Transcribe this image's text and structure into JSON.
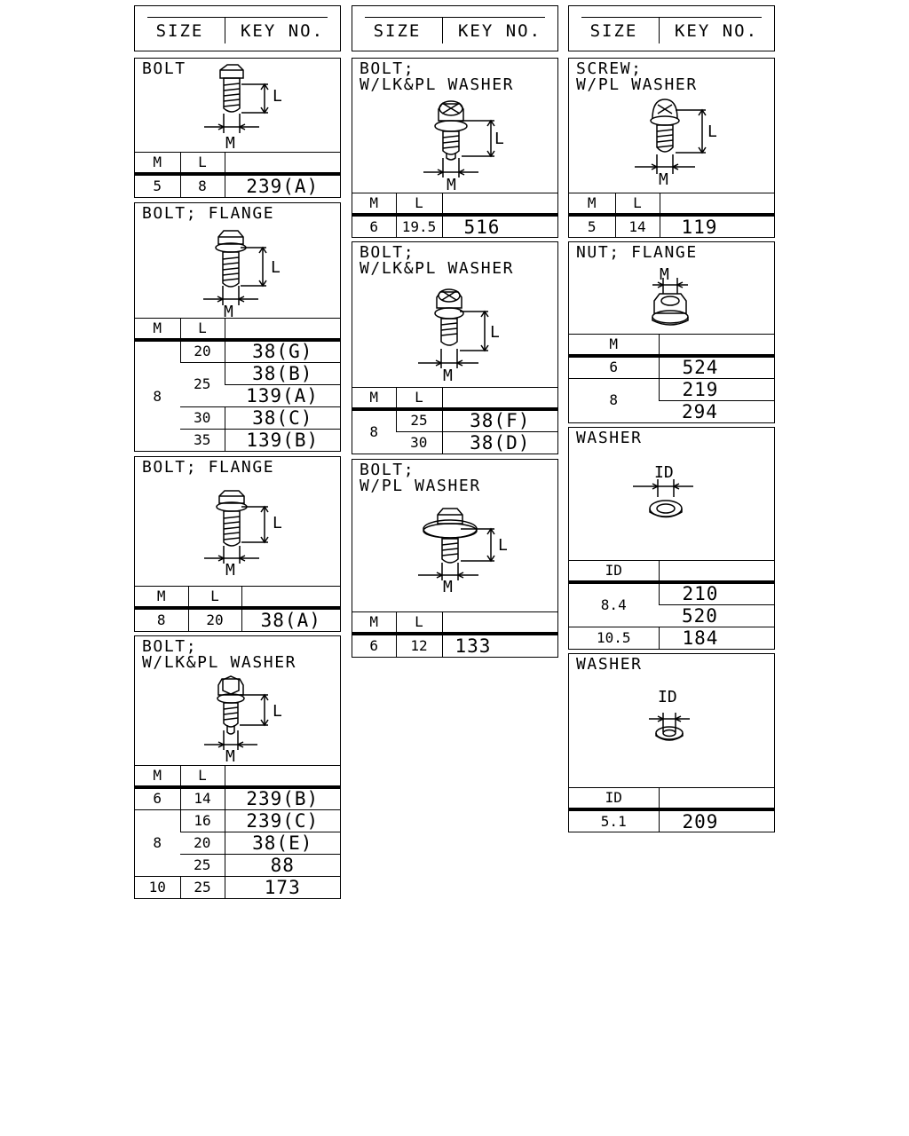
{
  "header": {
    "size": "SIZE",
    "key_no": "KEY NO."
  },
  "panels": {
    "p1": {
      "title": "BOLT",
      "dim_l": "L",
      "dim_m": "M",
      "col_m": "M",
      "col_l": "L",
      "rows": [
        {
          "m": "5",
          "l": "8",
          "key": "239(A)"
        }
      ]
    },
    "p2": {
      "title": "BOLT; FLANGE",
      "dim_l": "L",
      "dim_m": "M",
      "col_m": "M",
      "col_l": "L",
      "m": "8",
      "l20": "20",
      "l25": "25",
      "l30": "30",
      "l35": "35",
      "k1": "38(G)",
      "k2": "38(B)",
      "k3": "139(A)",
      "k4": "38(C)",
      "k5": "139(B)"
    },
    "p3": {
      "title": "BOLT; FLANGE",
      "dim_l": "L",
      "dim_m": "M",
      "col_m": "M",
      "col_l": "L",
      "rows": [
        {
          "m": "8",
          "l": "20",
          "key": "38(A)"
        }
      ]
    },
    "p4": {
      "title_line1": "BOLT;",
      "title_line2": "W/LK&PL WASHER",
      "dim_l": "L",
      "dim_m": "M",
      "col_m": "M",
      "col_l": "L",
      "m6": "6",
      "m8": "8",
      "m10": "10",
      "l14": "14",
      "l16": "16",
      "l20": "20",
      "l25a": "25",
      "l25b": "25",
      "k1": "239(B)",
      "k2": "239(C)",
      "k3": "38(E)",
      "k4": "88",
      "k5": "173"
    },
    "p5": {
      "title_line1": "BOLT;",
      "title_line2": "W/LK&PL WASHER",
      "dim_l": "L",
      "dim_m": "M",
      "col_m": "M",
      "col_l": "L",
      "rows": [
        {
          "m": "6",
          "l": "19.5",
          "key": "516"
        }
      ]
    },
    "p6": {
      "title_line1": "BOLT;",
      "title_line2": "W/LK&PL WASHER",
      "dim_l": "L",
      "dim_m": "M",
      "col_m": "M",
      "col_l": "L",
      "m": "8",
      "l25": "25",
      "l30": "30",
      "k1": "38(F)",
      "k2": "38(D)"
    },
    "p7": {
      "title_line1": "BOLT;",
      "title_line2": "W/PL WASHER",
      "dim_l": "L",
      "dim_m": "M",
      "col_m": "M",
      "col_l": "L",
      "rows": [
        {
          "m": "6",
          "l": "12",
          "key": "133"
        }
      ]
    },
    "p8": {
      "title_line1": "SCREW;",
      "title_line2": "W/PL WASHER",
      "dim_l": "L",
      "dim_m": "M",
      "col_m": "M",
      "col_l": "L",
      "rows": [
        {
          "m": "5",
          "l": "14",
          "key": "119"
        }
      ]
    },
    "p9": {
      "title": "NUT; FLANGE",
      "dim_m": "M",
      "col_m": "M",
      "m6": "6",
      "m8": "8",
      "k1": "524",
      "k2": "219",
      "k3": "294"
    },
    "p10": {
      "title": "WASHER",
      "dim_id": "ID",
      "col_id": "ID",
      "id84": "8.4",
      "id105": "10.5",
      "k1": "210",
      "k2": "520",
      "k3": "184"
    },
    "p11": {
      "title": "WASHER",
      "dim_id": "ID",
      "col_id": "ID",
      "rows": [
        {
          "id": "5.1",
          "key": "209"
        }
      ]
    }
  }
}
